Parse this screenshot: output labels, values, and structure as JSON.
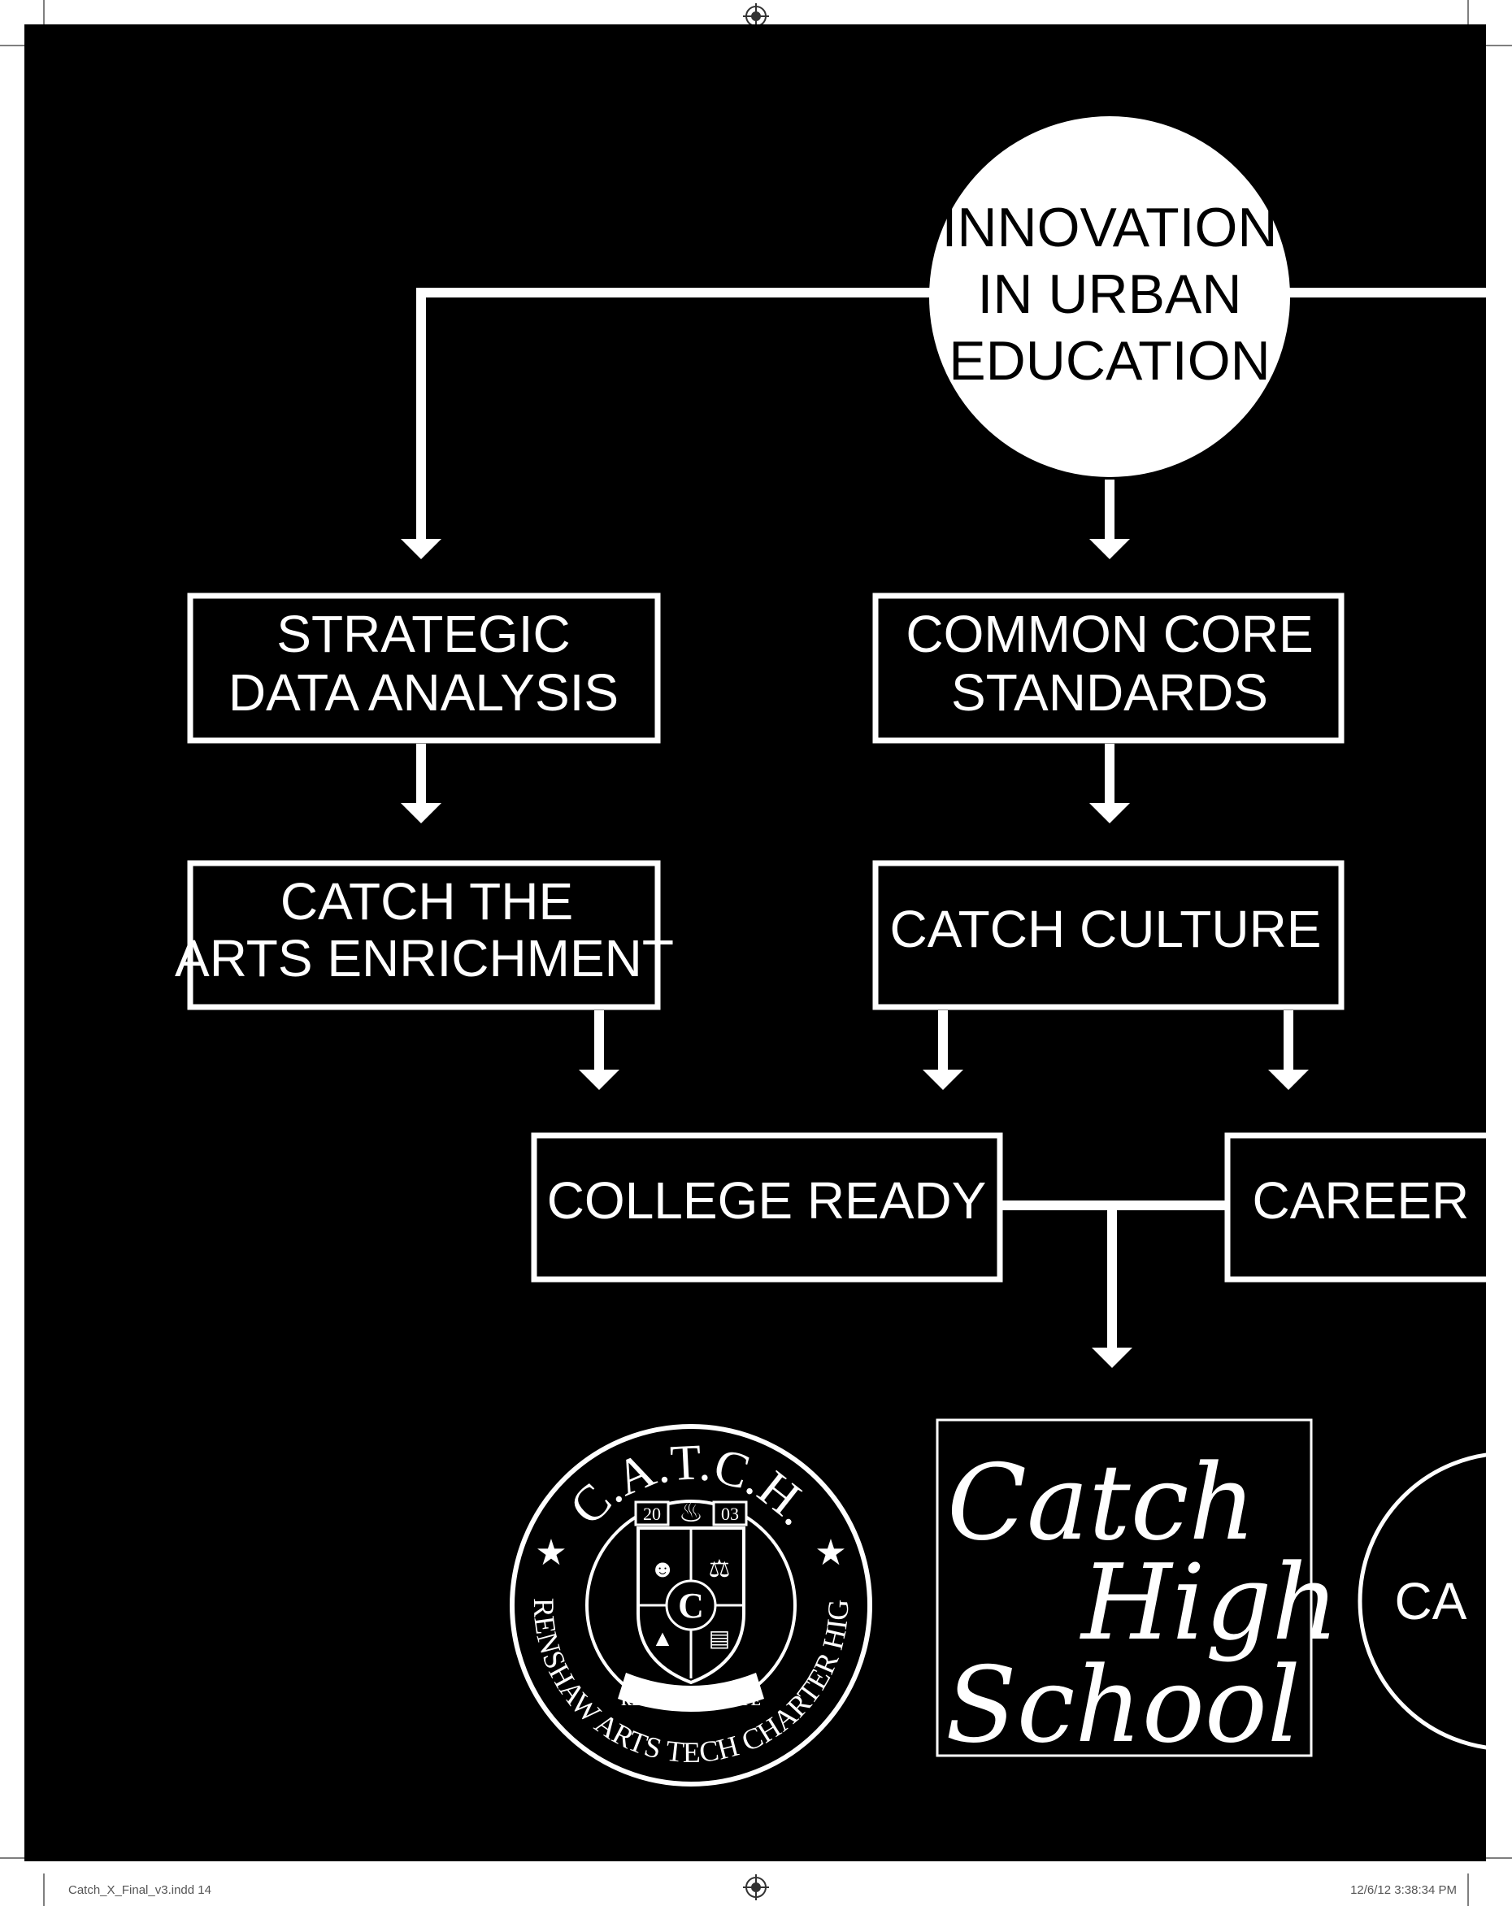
{
  "diagram": {
    "root": {
      "lines": [
        "INNOVATION",
        "IN URBAN",
        "EDUCATION"
      ]
    },
    "nodes": {
      "strategic": {
        "lines": [
          "STRATEGIC",
          "DATA ANALYSIS"
        ]
      },
      "common_core": {
        "lines": [
          "COMMON CORE",
          "STANDARDS"
        ]
      },
      "arts": {
        "lines": [
          "CATCH THE",
          "ARTS ENRICHMENT"
        ]
      },
      "culture": {
        "lines": [
          "CATCH CULTURE"
        ]
      },
      "college": {
        "lines": [
          "COLLEGE READY"
        ]
      },
      "career": {
        "lines": [
          "CAREER READY"
        ]
      }
    }
  },
  "logos": {
    "seal": {
      "top_text": "C.A.T.C.H.",
      "bottom_text": "CRENSHAW ARTS TECH CHARTER HIGH",
      "year_left": "20",
      "year_right": "03",
      "monogram": "C",
      "banner": "RESPECT FOR LIFE"
    },
    "script": {
      "lines": [
        "Catch",
        "High",
        "School"
      ]
    },
    "third": {
      "text": "CA"
    }
  },
  "slug": {
    "left": "Catch_X_Final_v3.indd   14",
    "right": "12/6/12   3:38:34 PM"
  }
}
